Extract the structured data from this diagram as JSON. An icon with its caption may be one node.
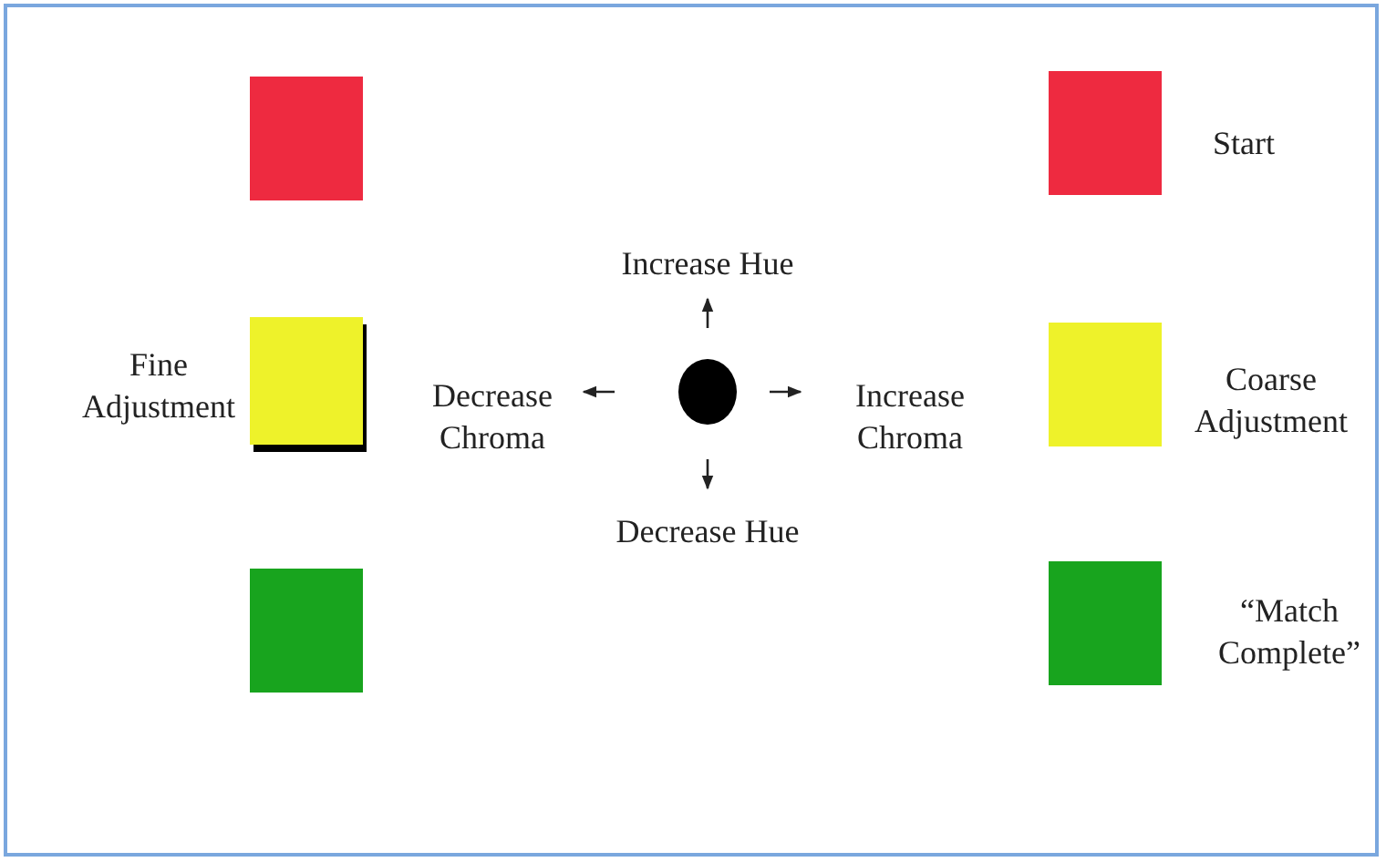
{
  "diagram": {
    "nodes": [
      {
        "text": [],
        "shape": "box"
      },
      {
        "text": [],
        "shape": "box",
        "beside": [
          "Start"
        ]
      },
      {
        "text": [],
        "shape": "box",
        "beside": [
          "Fine Adjustment"
        ]
      },
      {
        "text": [],
        "shape": "circle"
      },
      {
        "text": [],
        "shape": "box",
        "beside": [
          "Coarse Adjustment"
        ]
      },
      {
        "text": [],
        "shape": "box"
      },
      {
        "text": [],
        "shape": "box",
        "beside": [
          "“Match Complete”"
        ]
      }
    ],
    "edges": [],
    "labels": [
      "Increase Hue",
      "Decrease Chroma",
      "Increase Chroma",
      "Decrease Hue"
    ]
  }
}
